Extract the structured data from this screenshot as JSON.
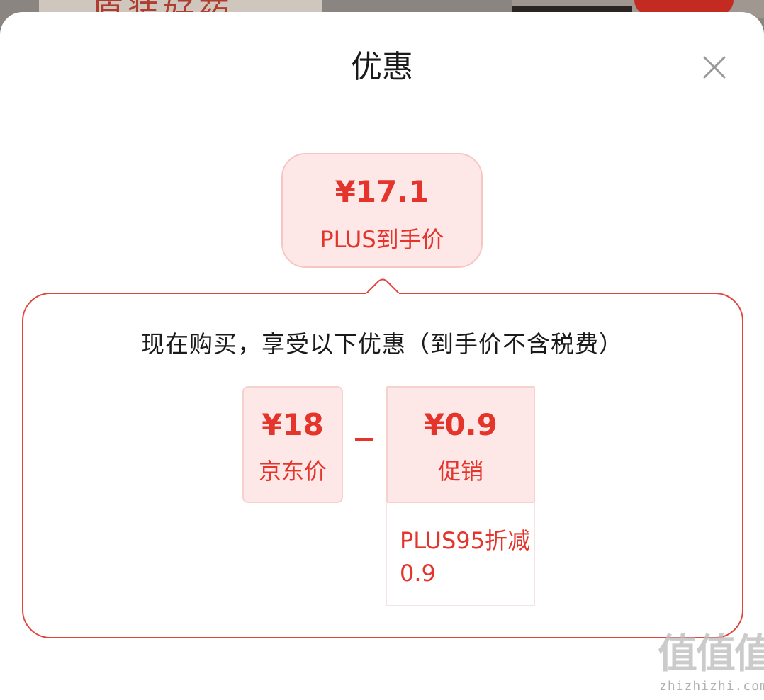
{
  "backdrop": {
    "banner_text": "原装好药"
  },
  "sheet": {
    "title": "优惠",
    "close_icon": "close-icon"
  },
  "final_price": {
    "amount": "¥17.1",
    "label": "PLUS到手价"
  },
  "breakdown": {
    "caption": "现在购买，享受以下优惠（到手价不含税费）",
    "jd_price": {
      "amount": "¥18",
      "label": "京东价"
    },
    "operator": "minus",
    "promotion": {
      "amount": "¥0.9",
      "label": "促销",
      "detail": "PLUS95折减0.9"
    }
  },
  "watermark": {
    "glyphs": "值值值",
    "site": "zhizhizhi.com"
  },
  "colors": {
    "accent": "#e4342b",
    "card_bg": "#fde8e7",
    "frame_border": "#e0453c",
    "title_text": "#1a1a1a"
  }
}
